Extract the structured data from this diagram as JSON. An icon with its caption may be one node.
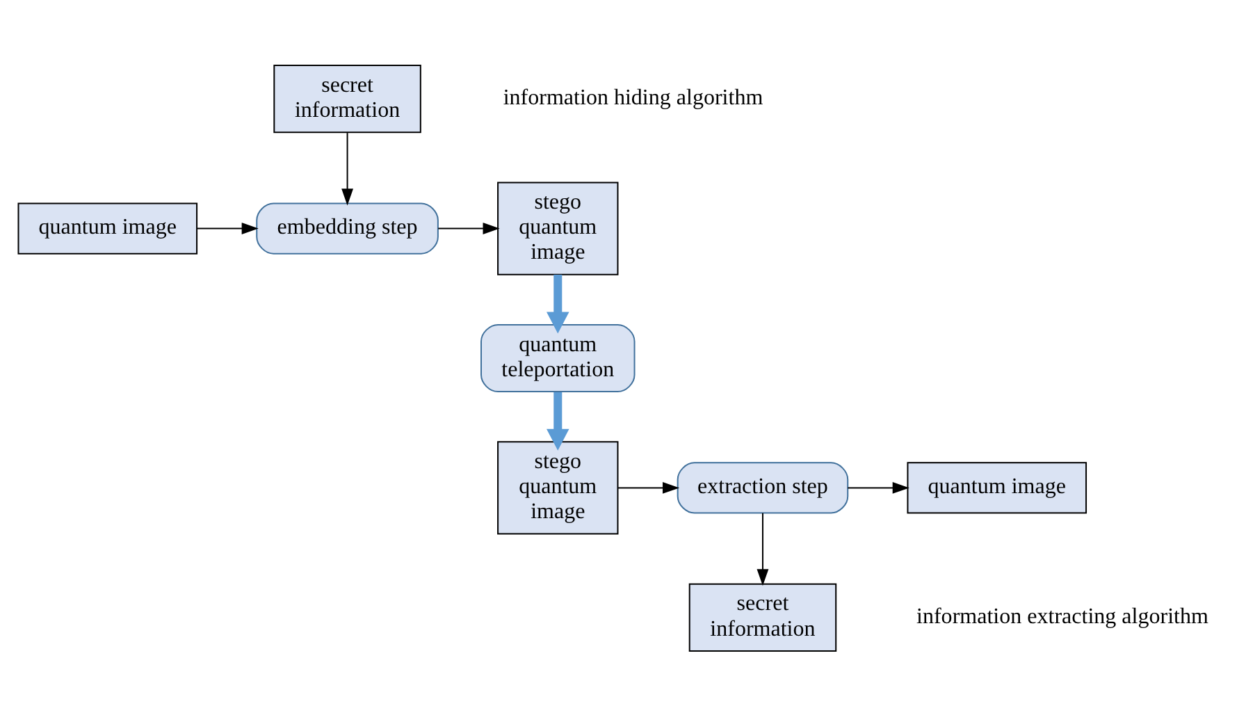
{
  "diagram": {
    "nodes": [
      {
        "text": [
          "secret information"
        ]
      },
      {
        "text": [
          "quantum image"
        ]
      },
      {
        "text": [
          "embedding step"
        ]
      },
      {
        "text": [
          "stego quantum image"
        ]
      },
      {
        "text": [
          "quantum teleportation"
        ]
      },
      {
        "text": [
          "stego quantum image"
        ]
      },
      {
        "text": [
          "extraction step"
        ]
      },
      {
        "text": [
          "quantum image"
        ]
      },
      {
        "text": [
          "secret information"
        ]
      }
    ],
    "edges": [
      {
        "from": 0,
        "to": 2,
        "arrow": "to"
      },
      {
        "from": 1,
        "to": 2,
        "arrow": "to"
      },
      {
        "from": 2,
        "to": 3,
        "arrow": "to"
      },
      {
        "from": 3,
        "to": 4,
        "arrow": "to",
        "style": "thick",
        "color": "#5b9bd5"
      },
      {
        "from": 4,
        "to": 5,
        "arrow": "to",
        "style": "thick",
        "color": "#5b9bd5"
      },
      {
        "from": 5,
        "to": 6,
        "arrow": "to"
      },
      {
        "from": 6,
        "to": 7,
        "arrow": "to"
      },
      {
        "from": 6,
        "to": 8,
        "arrow": "to"
      }
    ],
    "labels": [
      "information hiding algorithm",
      "information extracting algorithm"
    ]
  }
}
